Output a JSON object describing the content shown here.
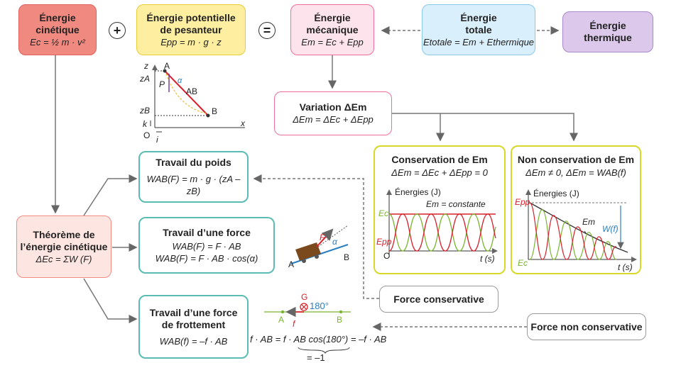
{
  "boxes": {
    "kinetic": {
      "title1": "Énergie",
      "title2": "cinétique",
      "formula": "Ec = ½ m · v²"
    },
    "potential": {
      "title1": "Énergie potentielle",
      "title2": "de pesanteur",
      "formula": "Epp = m · g · z"
    },
    "mechanical": {
      "title1": "Énergie",
      "title2": "mécanique",
      "formula": "Em = Ec + Epp"
    },
    "total": {
      "title1": "Énergie",
      "title2": "totale",
      "formula": "Etotale = Em + Ethermique"
    },
    "thermal": {
      "title1": "Énergie",
      "title2": "thermique"
    },
    "variation": {
      "title": "Variation ΔEm",
      "formula": "ΔEm = ΔEc + ΔEpp"
    },
    "conservation": {
      "title": "Conservation de Em",
      "formula": "ΔEm = ΔEc + ΔEpp = 0"
    },
    "non_conservation": {
      "title": "Non conservation de Em",
      "formula": "ΔEm ≠ 0, ΔEm = WAB(f)"
    },
    "theorem": {
      "title1": "Théorème de",
      "title2": "l’énergie cinétique",
      "formula": "ΔEc = ΣW (F)"
    },
    "work_weight": {
      "title": "Travail du poids",
      "formula": "WAB(F) = m · g · (zA – zB)"
    },
    "work_force": {
      "title": "Travail d’une force",
      "formula1": "WAB(F) = F · AB",
      "formula2": "WAB(F) = F · AB · cos(α)"
    },
    "work_friction": {
      "title1": "Travail d’une force",
      "title2": "de frottement",
      "formula": "WAB(f) = –f · AB"
    },
    "force_conservative": {
      "label": "Force conservative"
    },
    "force_non_conservative": {
      "label": "Force non conservative"
    }
  },
  "operators": {
    "plus": "+",
    "equals": "="
  },
  "graph_conservation": {
    "ylabel": "Énergies (J)",
    "xlabel": "t (s)",
    "curve_label": "Em = constante",
    "ec_label": "Ec",
    "epp_label": "Epp",
    "origin": "O"
  },
  "graph_non_conservation": {
    "ylabel": "Énergies (J)",
    "xlabel": "t (s)",
    "em_label": "Em",
    "epp_label": "Epp",
    "ec_label": "Ec",
    "work_label": "W(f)"
  },
  "diagram_weight": {
    "z": "z",
    "x": "x",
    "za": "zA",
    "zb": "zB",
    "a": "A",
    "b": "B",
    "p": "P",
    "ab": "AB",
    "k": "k",
    "i": "i",
    "o": "O",
    "alpha": "α"
  },
  "diagram_force": {
    "f": "F",
    "a": "A",
    "b": "B",
    "alpha": "α"
  },
  "diagram_friction": {
    "g": "G",
    "angle": "180°",
    "a": "A",
    "b": "B",
    "f": "f",
    "eq1": "f · AB = f · AB cos(180°) = –f · AB",
    "eq2": "= –1"
  },
  "colors": {
    "kinetic": "#f08a80",
    "potential": "#fdeea0",
    "mechanical": "#fde3ec",
    "total": "#d9effb",
    "thermal": "#dbc8ea",
    "teal": "#5bbcb4",
    "yellow": "#d8d828",
    "pink": "#ec6f98",
    "red": "#d9202a",
    "green": "#7ab530",
    "blue": "#2a7ec2"
  }
}
